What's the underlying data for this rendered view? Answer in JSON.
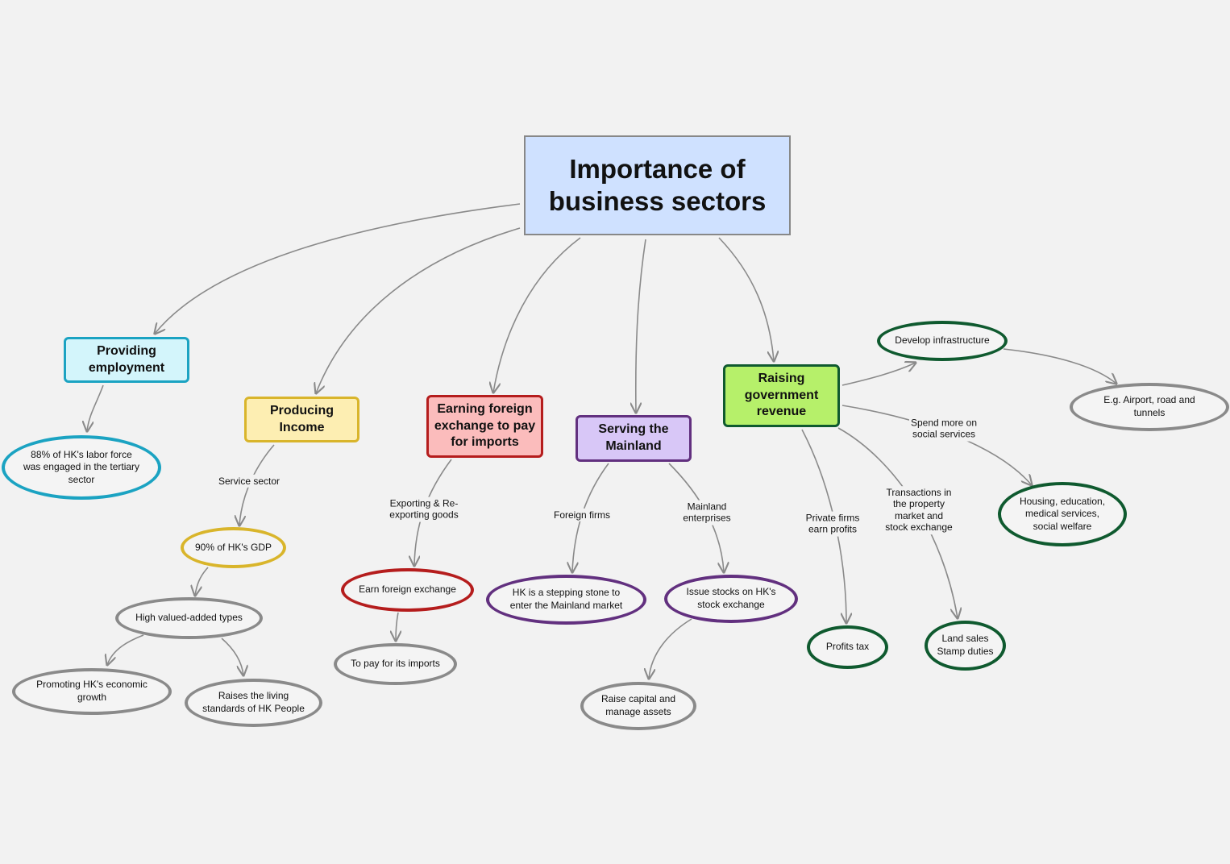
{
  "diagram": {
    "root": "Importance of\nbusiness sectors",
    "categories": {
      "employment": "Providing\nemployment",
      "income": "Producing\nIncome",
      "foreign_exchange": "Earning foreign\nexchange to pay\nfor imports",
      "mainland": "Serving the\nMainland",
      "revenue": "Raising\ngovernment\nrevenue"
    },
    "nodes": {
      "labor_force": "88% of HK's labor force\nwas engaged in the tertiary\nsector",
      "gdp": "90% of HK's GDP",
      "high_value": "High valued-added types",
      "growth": "Promoting HK's economic\ngrowth",
      "living_standards": "Raises the living\nstandards of HK People",
      "earn_fx": "Earn foreign exchange",
      "pay_imports": "To pay for its imports",
      "stepping_stone": "HK is a stepping stone to\nenter the Mainland market",
      "issue_stocks": "Issue stocks on HK's\nstock exchange",
      "raise_capital": "Raise capital and\nmanage assets",
      "infrastructure": "Develop infrastructure",
      "airport": "E.g. Airport, road and\ntunnels",
      "housing": "Housing, education,\nmedical services,\nsocial welfare",
      "profits_tax": "Profits tax",
      "land_sales": "Land sales\nStamp duties"
    },
    "edge_labels": {
      "service_sector": "Service sector",
      "exporting": "Exporting & Re-\nexporting goods",
      "foreign_firms": "Foreign firms",
      "mainland_enterprises": "Mainland\nenterprises",
      "spend_more": "Spend more on\nsocial services",
      "private_firms": "Private firms\nearn profits",
      "transactions": "Transactions in\nthe property\nmarket and\nstock exchange"
    },
    "colors": {
      "background": "#f2f2f2",
      "root_fill": "#cfe1ff",
      "employment_fill": "#d3f5fb",
      "employment_border": "#1ba3c2",
      "income_fill": "#fdeeb2",
      "income_border": "#d9b52b",
      "fx_fill": "#fbbcbc",
      "fx_border": "#b51d1d",
      "mainland_fill": "#d8c7f7",
      "mainland_border": "#62307f",
      "revenue_fill": "#b6f06a",
      "revenue_border": "#0f5a2f",
      "leaf_border": "#8a8a8a",
      "edge": "#8a8a8a"
    }
  }
}
